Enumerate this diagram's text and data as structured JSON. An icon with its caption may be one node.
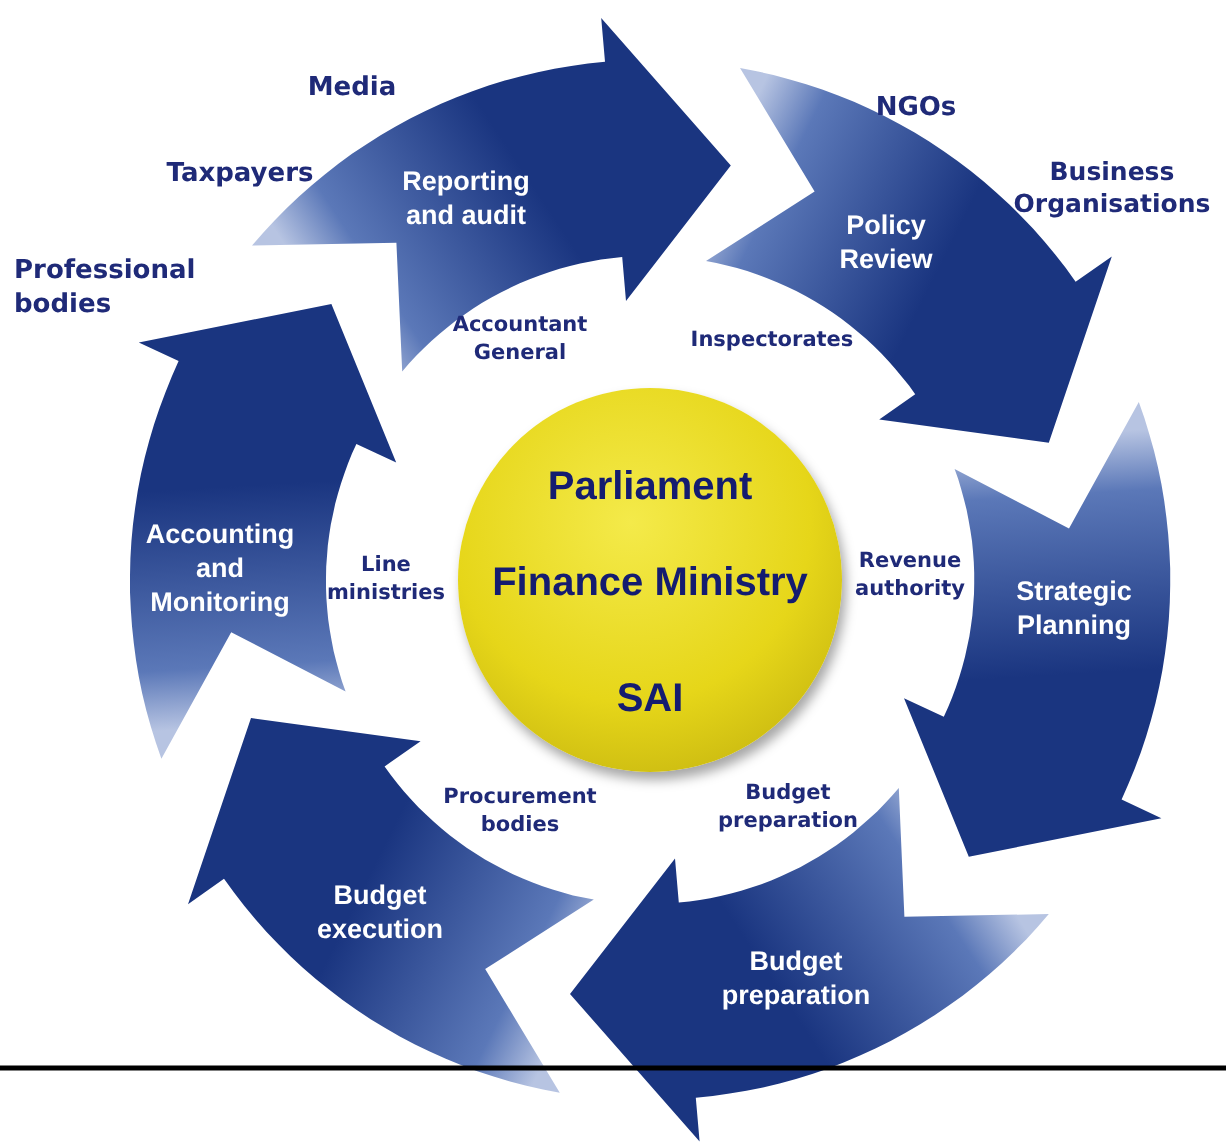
{
  "diagram": {
    "nodes": [
      {
        "text": [
          "Reporting and audit"
        ]
      },
      {
        "text": [
          "Policy Review"
        ]
      },
      {
        "text": [
          "Strategic Planning"
        ]
      },
      {
        "text": [
          "Budget preparation"
        ]
      },
      {
        "text": [
          "Budget execution"
        ]
      },
      {
        "text": [
          "Accounting and Monitoring"
        ]
      },
      {
        "text": [
          "Parliament",
          "Finance Ministry",
          "SAI"
        ]
      }
    ],
    "labels": [
      "Media",
      "NGOs",
      "Taxpayers",
      "Business Organisations",
      "Professional bodies",
      "Accountant General",
      "Inspectorates",
      "Line ministries",
      "Revenue authority",
      "Procurement bodies",
      "Budget preparation"
    ]
  }
}
